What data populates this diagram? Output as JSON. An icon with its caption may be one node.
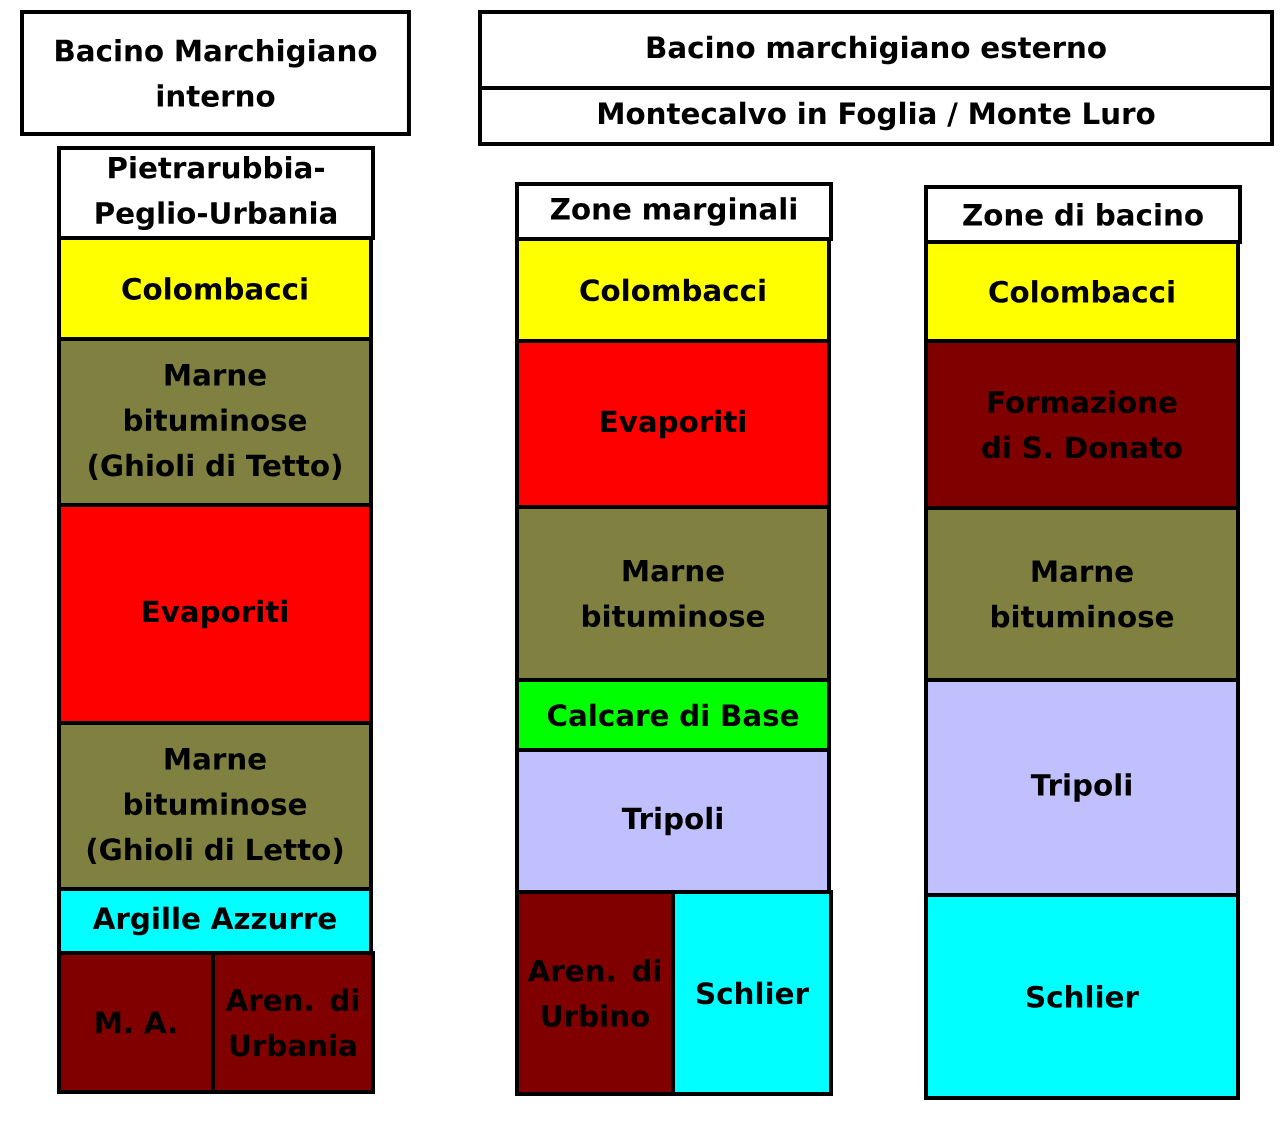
{
  "diagram": {
    "nodes": [
      {
        "text": [
          "Bacino Marchigiano interno"
        ]
      },
      {
        "text": [
          "Bacino marchigiano esterno"
        ]
      },
      {
        "text": [
          "Montecalvo in Foglia / Monte Luro"
        ]
      },
      {
        "text": [
          "Pietrarubbia-Peglio-Urbania"
        ]
      },
      {
        "text": [
          "Colombacci"
        ]
      },
      {
        "text": [
          "Marne bituminose (Ghioli di Tetto)"
        ]
      },
      {
        "text": [
          "Evaporiti"
        ]
      },
      {
        "text": [
          "Marne bituminose (Ghioli di Letto)"
        ]
      },
      {
        "text": [
          "Argille Azzurre"
        ]
      },
      {
        "text": [
          "M. A."
        ]
      },
      {
        "text": [
          "Aren. di Urbania"
        ]
      },
      {
        "text": [
          "Zone marginali"
        ]
      },
      {
        "text": [
          "Colombacci"
        ]
      },
      {
        "text": [
          "Evaporiti"
        ]
      },
      {
        "text": [
          "Marne bituminose"
        ]
      },
      {
        "text": [
          "Calcare di Base"
        ]
      },
      {
        "text": [
          "Tripoli"
        ]
      },
      {
        "text": [
          "Aren. di Urbino"
        ]
      },
      {
        "text": [
          "Schlier"
        ]
      },
      {
        "text": [
          "Zone di bacino"
        ]
      },
      {
        "text": [
          "Colombacci"
        ]
      },
      {
        "text": [
          "Formazione di S. Donato"
        ]
      },
      {
        "text": [
          "Marne bituminose"
        ]
      },
      {
        "text": [
          "Tripoli"
        ]
      },
      {
        "text": [
          "Schlier"
        ]
      }
    ]
  }
}
